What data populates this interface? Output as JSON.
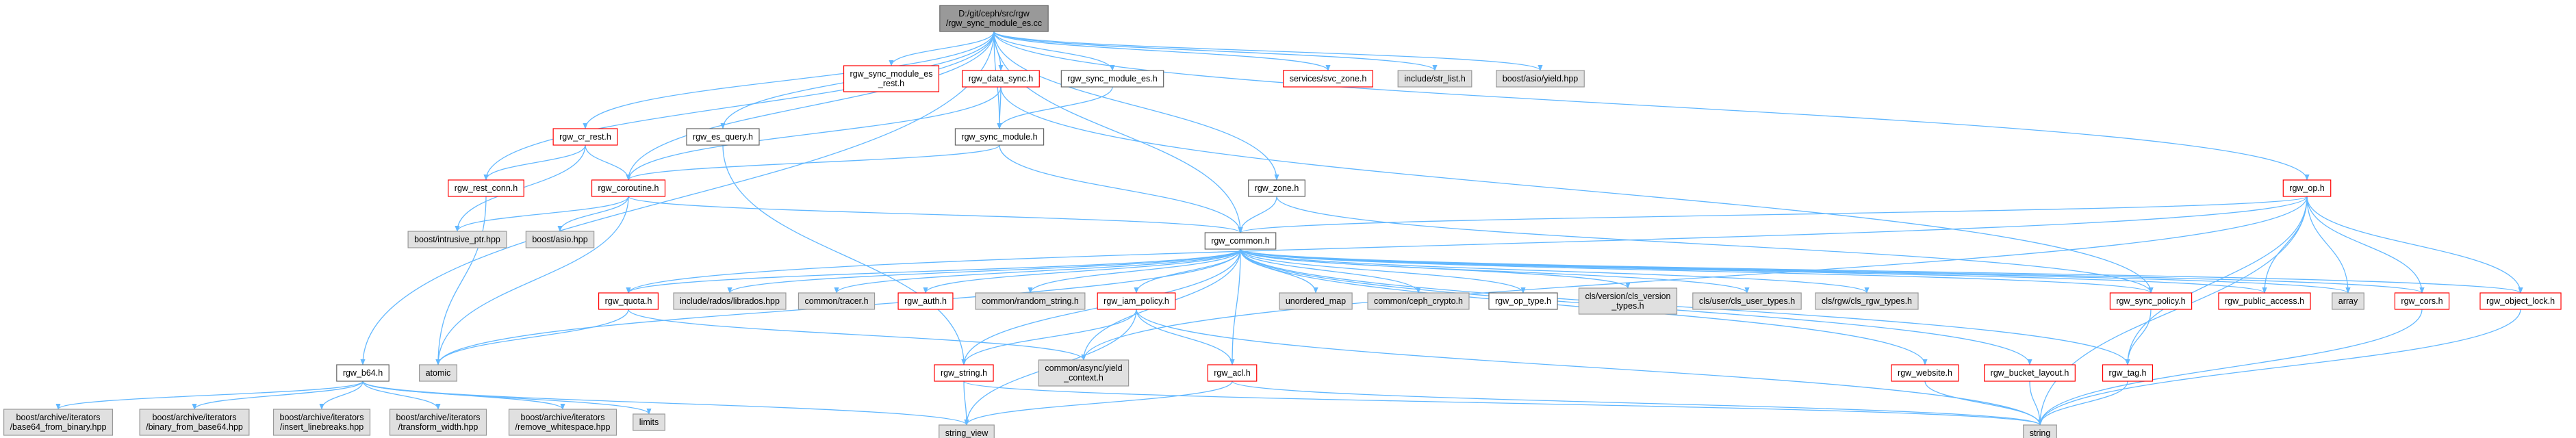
{
  "colors": {
    "root_fill": "#999999",
    "root_border": "#666666",
    "documented_border": "#ff0000",
    "undocumented_border": "#666666",
    "external_fill": "#e0e0e0",
    "external_border": "#999999",
    "edge": "#63b8ff"
  },
  "nodes": [
    {
      "id": "root",
      "lines": [
        "D:/git/ceph/src/rgw",
        "/rgw_sync_module_es.cc"
      ],
      "kind": "root",
      "interactable": false
    },
    {
      "id": "rgw_sync_module_es_rest_h",
      "lines": [
        "rgw_sync_module_es",
        "_rest.h"
      ],
      "kind": "doc",
      "interactable": true
    },
    {
      "id": "rgw_data_sync_h",
      "lines": [
        "rgw_data_sync.h"
      ],
      "kind": "doc",
      "interactable": true
    },
    {
      "id": "rgw_sync_module_es_h",
      "lines": [
        "rgw_sync_module_es.h"
      ],
      "kind": "plain",
      "interactable": true
    },
    {
      "id": "services_svc_zone_h",
      "lines": [
        "services/svc_zone.h"
      ],
      "kind": "doc",
      "interactable": true
    },
    {
      "id": "include_str_list_h",
      "lines": [
        "include/str_list.h"
      ],
      "kind": "ext",
      "interactable": false
    },
    {
      "id": "boost_asio_yield_hpp",
      "lines": [
        "boost/asio/yield.hpp"
      ],
      "kind": "ext",
      "interactable": false
    },
    {
      "id": "rgw_cr_rest_h",
      "lines": [
        "rgw_cr_rest.h"
      ],
      "kind": "doc",
      "interactable": true
    },
    {
      "id": "rgw_es_query_h",
      "lines": [
        "rgw_es_query.h"
      ],
      "kind": "plain",
      "interactable": true
    },
    {
      "id": "rgw_sync_module_h",
      "lines": [
        "rgw_sync_module.h"
      ],
      "kind": "plain",
      "interactable": true
    },
    {
      "id": "rgw_rest_conn_h",
      "lines": [
        "rgw_rest_conn.h"
      ],
      "kind": "doc",
      "interactable": true
    },
    {
      "id": "rgw_coroutine_h",
      "lines": [
        "rgw_coroutine.h"
      ],
      "kind": "doc",
      "interactable": true
    },
    {
      "id": "rgw_zone_h",
      "lines": [
        "rgw_zone.h"
      ],
      "kind": "plain",
      "interactable": true
    },
    {
      "id": "rgw_op_h",
      "lines": [
        "rgw_op.h"
      ],
      "kind": "doc",
      "interactable": true
    },
    {
      "id": "boost_intrusive_ptr_hpp",
      "lines": [
        "boost/intrusive_ptr.hpp"
      ],
      "kind": "ext",
      "interactable": false
    },
    {
      "id": "boost_asio_hpp",
      "lines": [
        "boost/asio.hpp"
      ],
      "kind": "ext",
      "interactable": false
    },
    {
      "id": "rgw_common_h",
      "lines": [
        "rgw_common.h"
      ],
      "kind": "plain",
      "interactable": true
    },
    {
      "id": "rgw_quota_h",
      "lines": [
        "rgw_quota.h"
      ],
      "kind": "doc",
      "interactable": true
    },
    {
      "id": "include_rados_librados_hpp",
      "lines": [
        "include/rados/librados.hpp"
      ],
      "kind": "ext",
      "interactable": false
    },
    {
      "id": "common_tracer_h",
      "lines": [
        "common/tracer.h"
      ],
      "kind": "ext",
      "interactable": false
    },
    {
      "id": "rgw_auth_h",
      "lines": [
        "rgw_auth.h"
      ],
      "kind": "doc",
      "interactable": true
    },
    {
      "id": "common_random_string_h",
      "lines": [
        "common/random_string.h"
      ],
      "kind": "ext",
      "interactable": false
    },
    {
      "id": "rgw_iam_policy_h",
      "lines": [
        "rgw_iam_policy.h"
      ],
      "kind": "doc",
      "interactable": true
    },
    {
      "id": "unordered_map",
      "lines": [
        "unordered_map"
      ],
      "kind": "ext",
      "interactable": false
    },
    {
      "id": "common_ceph_crypto_h",
      "lines": [
        "common/ceph_crypto.h"
      ],
      "kind": "ext",
      "interactable": false
    },
    {
      "id": "rgw_op_type_h",
      "lines": [
        "rgw_op_type.h"
      ],
      "kind": "plain",
      "interactable": true
    },
    {
      "id": "cls_version_cls_version_types_h",
      "lines": [
        "cls/version/cls_version",
        "_types.h"
      ],
      "kind": "ext",
      "interactable": false
    },
    {
      "id": "cls_user_cls_user_types_h",
      "lines": [
        "cls/user/cls_user_types.h"
      ],
      "kind": "ext",
      "interactable": false
    },
    {
      "id": "cls_rgw_cls_rgw_types_h",
      "lines": [
        "cls/rgw/cls_rgw_types.h"
      ],
      "kind": "ext",
      "interactable": false
    },
    {
      "id": "rgw_sync_policy_h",
      "lines": [
        "rgw_sync_policy.h"
      ],
      "kind": "doc",
      "interactable": true
    },
    {
      "id": "rgw_public_access_h",
      "lines": [
        "rgw_public_access.h"
      ],
      "kind": "doc",
      "interactable": true
    },
    {
      "id": "array",
      "lines": [
        "array"
      ],
      "kind": "ext",
      "interactable": false
    },
    {
      "id": "rgw_cors_h",
      "lines": [
        "rgw_cors.h"
      ],
      "kind": "doc",
      "interactable": true
    },
    {
      "id": "rgw_object_lock_h",
      "lines": [
        "rgw_object_lock.h"
      ],
      "kind": "doc",
      "interactable": true
    },
    {
      "id": "atomic",
      "lines": [
        "atomic"
      ],
      "kind": "ext",
      "interactable": false
    },
    {
      "id": "rgw_b64_h",
      "lines": [
        "rgw_b64.h"
      ],
      "kind": "plain",
      "interactable": true
    },
    {
      "id": "rgw_string_h",
      "lines": [
        "rgw_string.h"
      ],
      "kind": "doc",
      "interactable": true
    },
    {
      "id": "common_async_yield_context_h",
      "lines": [
        "common/async/yield",
        "_context.h"
      ],
      "kind": "ext",
      "interactable": false
    },
    {
      "id": "rgw_acl_h",
      "lines": [
        "rgw_acl.h"
      ],
      "kind": "doc",
      "interactable": true
    },
    {
      "id": "rgw_website_h",
      "lines": [
        "rgw_website.h"
      ],
      "kind": "doc",
      "interactable": true
    },
    {
      "id": "rgw_bucket_layout_h",
      "lines": [
        "rgw_bucket_layout.h"
      ],
      "kind": "doc",
      "interactable": true
    },
    {
      "id": "rgw_tag_h",
      "lines": [
        "rgw_tag.h"
      ],
      "kind": "doc",
      "interactable": true
    },
    {
      "id": "bai_base64_from_binary",
      "lines": [
        "boost/archive/iterators",
        "/base64_from_binary.hpp"
      ],
      "kind": "ext",
      "interactable": false
    },
    {
      "id": "bai_binary_from_base64",
      "lines": [
        "boost/archive/iterators",
        "/binary_from_base64.hpp"
      ],
      "kind": "ext",
      "interactable": false
    },
    {
      "id": "bai_insert_linebreaks",
      "lines": [
        "boost/archive/iterators",
        "/insert_linebreaks.hpp"
      ],
      "kind": "ext",
      "interactable": false
    },
    {
      "id": "bai_transform_width",
      "lines": [
        "boost/archive/iterators",
        "/transform_width.hpp"
      ],
      "kind": "ext",
      "interactable": false
    },
    {
      "id": "bai_remove_whitespace",
      "lines": [
        "boost/archive/iterators",
        "/remove_whitespace.hpp"
      ],
      "kind": "ext",
      "interactable": false
    },
    {
      "id": "limits",
      "lines": [
        "limits"
      ],
      "kind": "ext",
      "interactable": false
    },
    {
      "id": "string_view",
      "lines": [
        "string_view"
      ],
      "kind": "ext",
      "interactable": false
    },
    {
      "id": "string",
      "lines": [
        "string"
      ],
      "kind": "ext",
      "interactable": false
    }
  ],
  "edges": [
    [
      "root",
      "rgw_sync_module_es_rest_h"
    ],
    [
      "root",
      "rgw_data_sync_h"
    ],
    [
      "root",
      "rgw_sync_module_es_h"
    ],
    [
      "root",
      "services_svc_zone_h"
    ],
    [
      "root",
      "include_str_list_h"
    ],
    [
      "root",
      "boost_asio_yield_hpp"
    ],
    [
      "root",
      "rgw_cr_rest_h"
    ],
    [
      "root",
      "rgw_es_query_h"
    ],
    [
      "root",
      "rgw_sync_module_h"
    ],
    [
      "root",
      "rgw_rest_conn_h"
    ],
    [
      "root",
      "rgw_coroutine_h"
    ],
    [
      "root",
      "rgw_zone_h"
    ],
    [
      "root",
      "rgw_op_h"
    ],
    [
      "root",
      "rgw_common_h"
    ],
    [
      "root",
      "rgw_b64_h"
    ],
    [
      "rgw_data_sync_h",
      "rgw_sync_module_h"
    ],
    [
      "rgw_data_sync_h",
      "rgw_coroutine_h"
    ],
    [
      "rgw_data_sync_h",
      "rgw_sync_policy_h"
    ],
    [
      "rgw_sync_module_es_h",
      "rgw_sync_module_h"
    ],
    [
      "rgw_cr_rest_h",
      "rgw_rest_conn_h"
    ],
    [
      "rgw_cr_rest_h",
      "rgw_coroutine_h"
    ],
    [
      "rgw_cr_rest_h",
      "boost_intrusive_ptr_hpp"
    ],
    [
      "rgw_es_query_h",
      "rgw_string_h"
    ],
    [
      "rgw_sync_module_h",
      "rgw_coroutine_h"
    ],
    [
      "rgw_sync_module_h",
      "rgw_common_h"
    ],
    [
      "rgw_rest_conn_h",
      "atomic"
    ],
    [
      "rgw_coroutine_h",
      "boost_intrusive_ptr_hpp"
    ],
    [
      "rgw_coroutine_h",
      "boost_asio_hpp"
    ],
    [
      "rgw_coroutine_h",
      "rgw_common_h"
    ],
    [
      "rgw_coroutine_h",
      "atomic"
    ],
    [
      "rgw_zone_h",
      "rgw_common_h"
    ],
    [
      "rgw_zone_h",
      "rgw_sync_policy_h"
    ],
    [
      "rgw_op_h",
      "rgw_common_h"
    ],
    [
      "rgw_op_h",
      "rgw_public_access_h"
    ],
    [
      "rgw_op_h",
      "array"
    ],
    [
      "rgw_op_h",
      "rgw_cors_h"
    ],
    [
      "rgw_op_h",
      "rgw_object_lock_h"
    ],
    [
      "rgw_op_h",
      "rgw_tag_h"
    ],
    [
      "rgw_op_h",
      "string"
    ],
    [
      "rgw_op_h",
      "common_async_yield_context_h"
    ],
    [
      "rgw_op_h",
      "rgw_quota_h"
    ],
    [
      "rgw_common_h",
      "rgw_quota_h"
    ],
    [
      "rgw_common_h",
      "include_rados_librados_hpp"
    ],
    [
      "rgw_common_h",
      "common_tracer_h"
    ],
    [
      "rgw_common_h",
      "rgw_auth_h"
    ],
    [
      "rgw_common_h",
      "common_random_string_h"
    ],
    [
      "rgw_common_h",
      "rgw_iam_policy_h"
    ],
    [
      "rgw_common_h",
      "unordered_map"
    ],
    [
      "rgw_common_h",
      "common_ceph_crypto_h"
    ],
    [
      "rgw_common_h",
      "rgw_op_type_h"
    ],
    [
      "rgw_common_h",
      "cls_version_cls_version_types_h"
    ],
    [
      "rgw_common_h",
      "cls_user_cls_user_types_h"
    ],
    [
      "rgw_common_h",
      "cls_rgw_cls_rgw_types_h"
    ],
    [
      "rgw_common_h",
      "rgw_sync_policy_h"
    ],
    [
      "rgw_common_h",
      "rgw_public_access_h"
    ],
    [
      "rgw_common_h",
      "array"
    ],
    [
      "rgw_common_h",
      "rgw_cors_h"
    ],
    [
      "rgw_common_h",
      "rgw_object_lock_h"
    ],
    [
      "rgw_common_h",
      "atomic"
    ],
    [
      "rgw_common_h",
      "rgw_string_h"
    ],
    [
      "rgw_common_h",
      "rgw_acl_h"
    ],
    [
      "rgw_common_h",
      "rgw_website_h"
    ],
    [
      "rgw_common_h",
      "rgw_bucket_layout_h"
    ],
    [
      "rgw_common_h",
      "rgw_tag_h"
    ],
    [
      "rgw_common_h",
      "common_async_yield_context_h"
    ],
    [
      "rgw_quota_h",
      "atomic"
    ],
    [
      "rgw_quota_h",
      "common_async_yield_context_h"
    ],
    [
      "rgw_iam_policy_h",
      "rgw_string_h"
    ],
    [
      "rgw_iam_policy_h",
      "rgw_acl_h"
    ],
    [
      "rgw_iam_policy_h",
      "string"
    ],
    [
      "rgw_iam_policy_h",
      "string_view"
    ],
    [
      "rgw_sync_policy_h",
      "rgw_tag_h"
    ],
    [
      "rgw_cors_h",
      "string"
    ],
    [
      "rgw_object_lock_h",
      "string"
    ],
    [
      "rgw_b64_h",
      "bai_base64_from_binary"
    ],
    [
      "rgw_b64_h",
      "bai_binary_from_base64"
    ],
    [
      "rgw_b64_h",
      "bai_insert_linebreaks"
    ],
    [
      "rgw_b64_h",
      "bai_transform_width"
    ],
    [
      "rgw_b64_h",
      "bai_remove_whitespace"
    ],
    [
      "rgw_b64_h",
      "limits"
    ],
    [
      "rgw_b64_h",
      "string_view"
    ],
    [
      "rgw_string_h",
      "string_view"
    ],
    [
      "rgw_string_h",
      "string"
    ],
    [
      "rgw_acl_h",
      "string"
    ],
    [
      "rgw_acl_h",
      "string_view"
    ],
    [
      "rgw_website_h",
      "string"
    ],
    [
      "rgw_bucket_layout_h",
      "string"
    ],
    [
      "rgw_tag_h",
      "string"
    ]
  ]
}
